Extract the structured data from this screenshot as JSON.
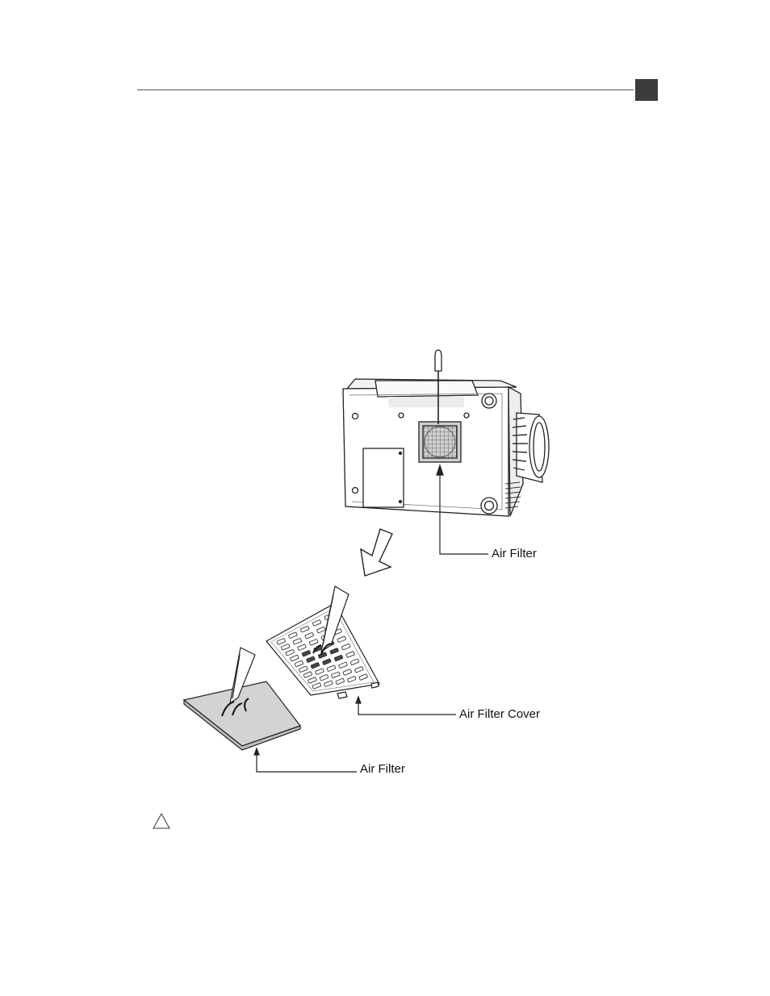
{
  "labels": {
    "air_filter_top": "Air Filter",
    "air_filter_cover": "Air Filter Cover",
    "air_filter_bottom": "Air Filter"
  },
  "colors": {
    "header_tab": "#3c3c3c",
    "filter_sheet": "#d3d3d3"
  },
  "icons": {
    "caution": "warning-triangle-icon"
  }
}
